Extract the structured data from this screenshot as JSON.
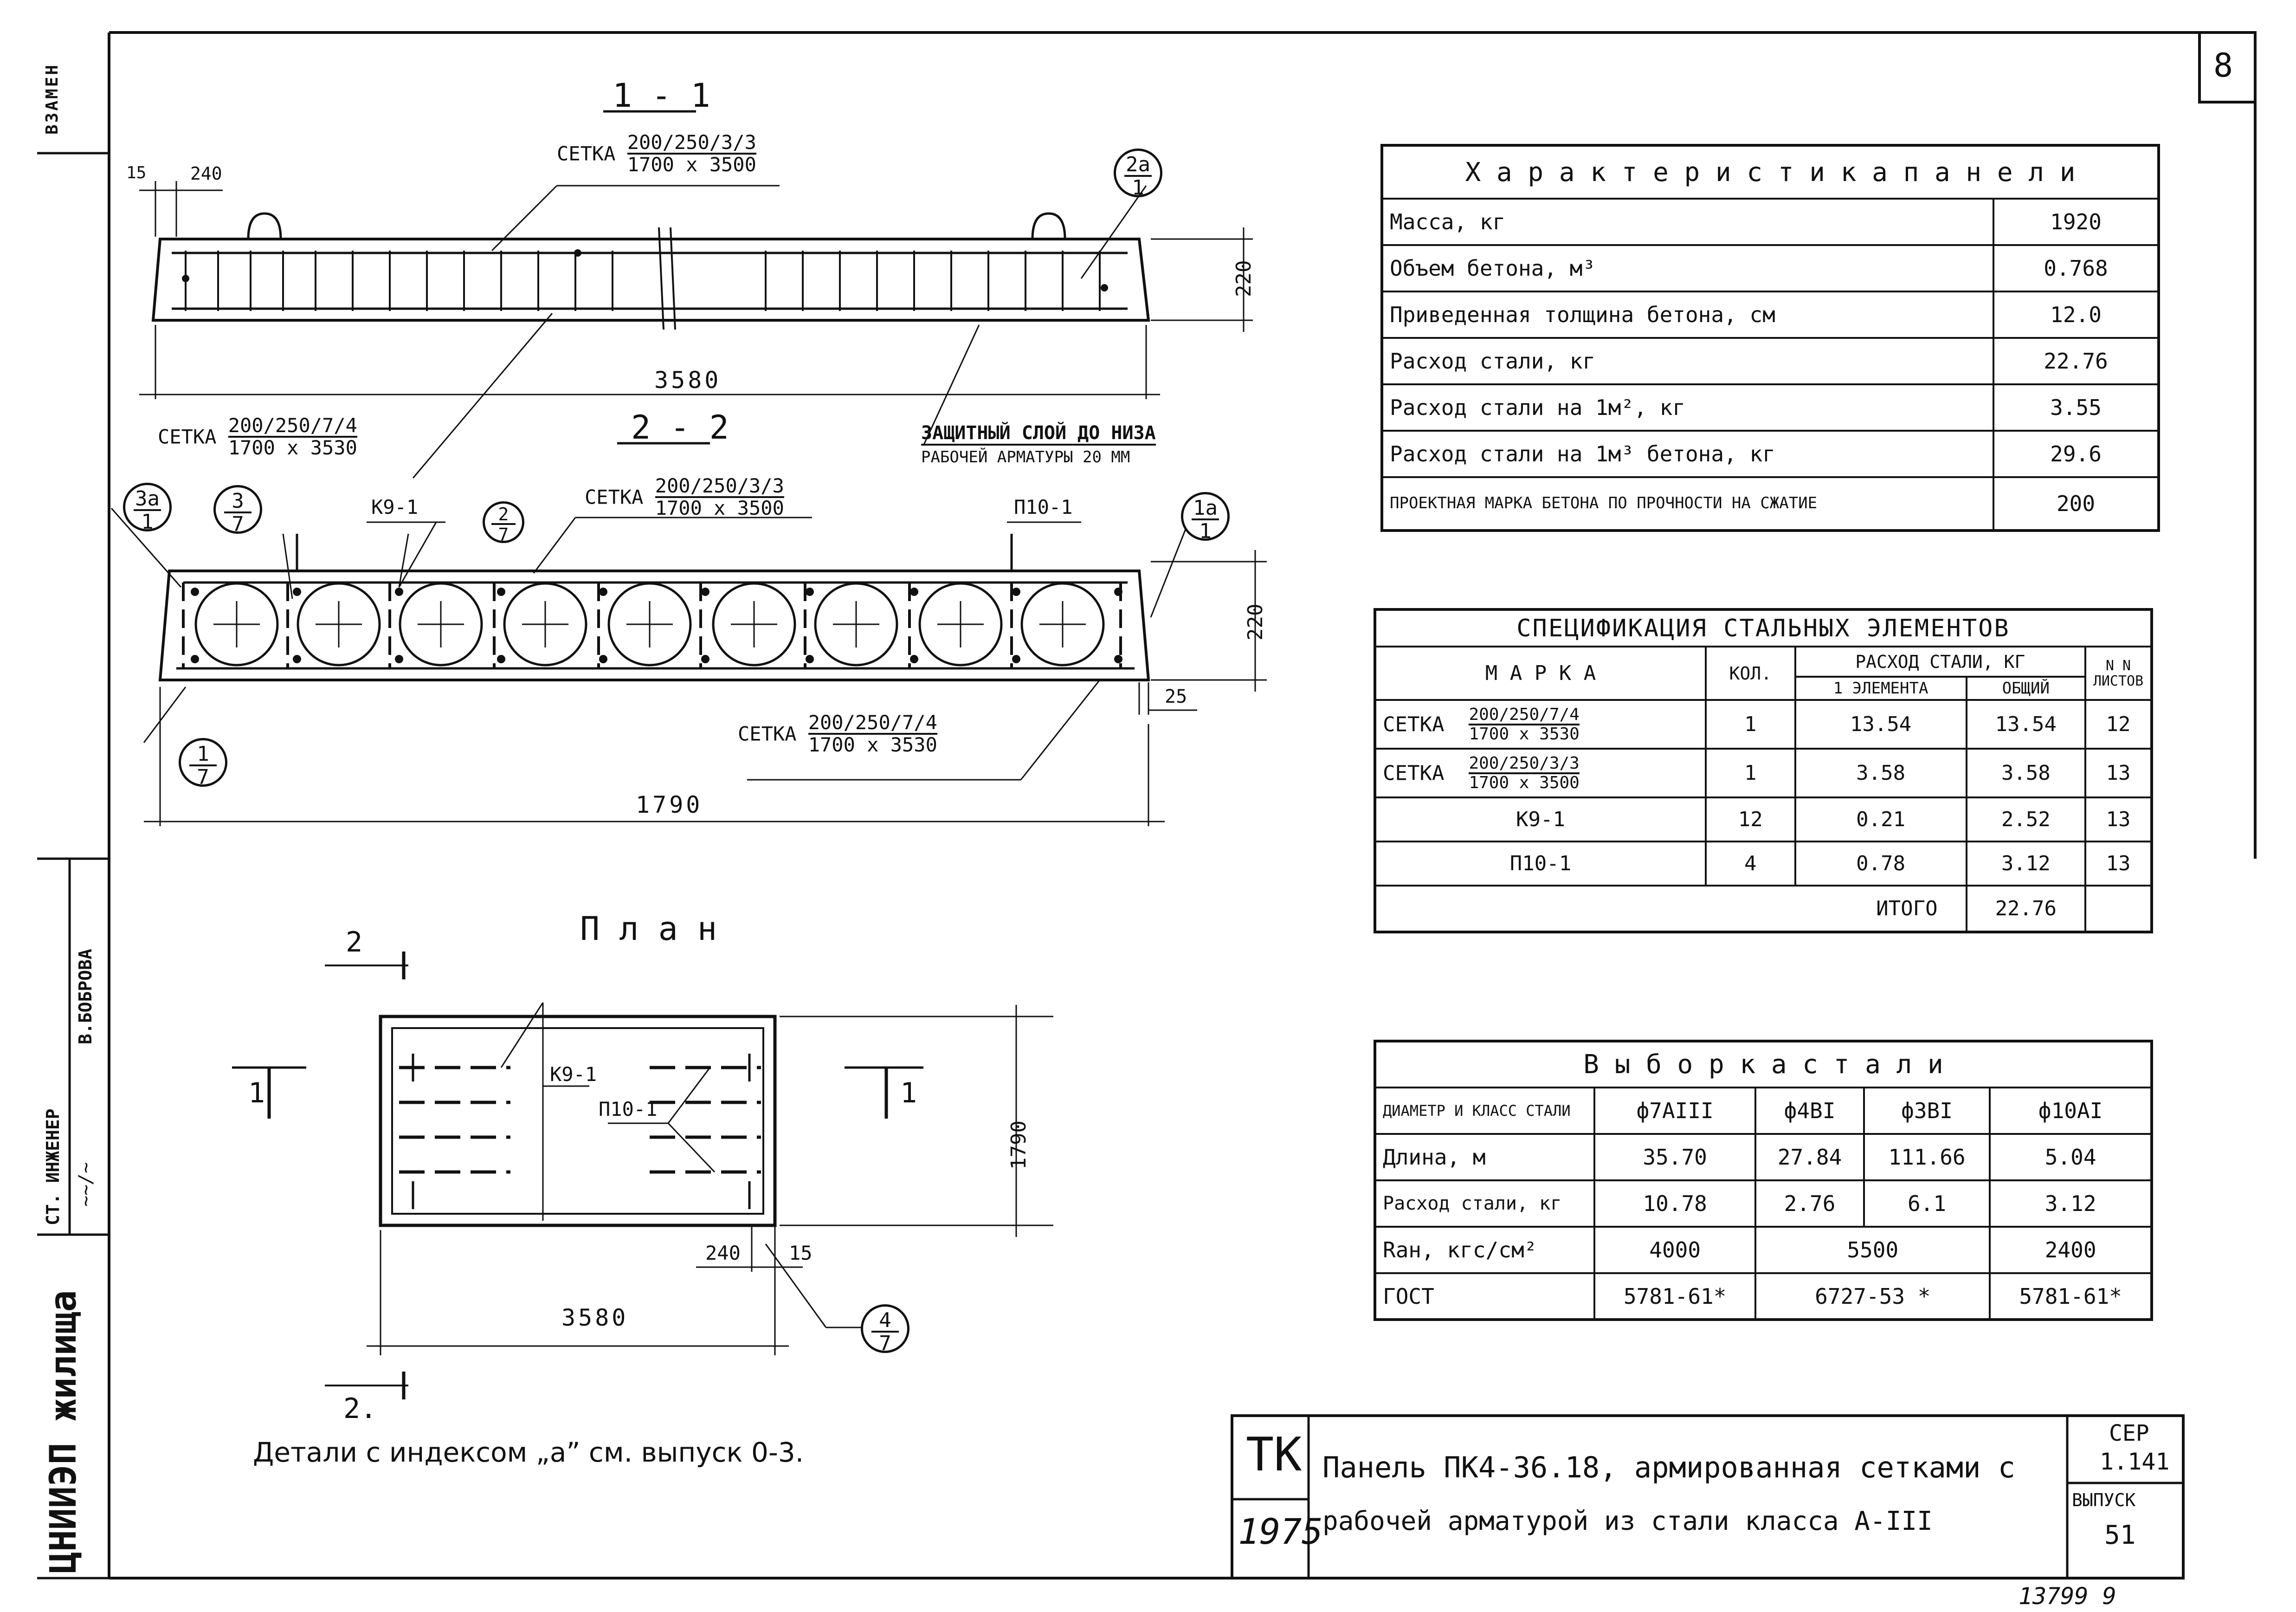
{
  "sheet": {
    "number": "8",
    "stamp": "13799 9"
  },
  "side_stamp": {
    "org": "ЦНИИЭП жилища",
    "role": "СТ. ИНЖЕНЕР",
    "name": "В.БОБРОВА",
    "replace": "ВЗАМЕН"
  },
  "section11": {
    "title": "1 - 1",
    "mesh_top": {
      "label": "СЕТКА",
      "num": "200/250/3/3",
      "den": "1700 x 3500"
    },
    "mesh_bottom": {
      "label": "СЕТКА",
      "num": "200/250/7/4",
      "den": "1700 x 3530"
    },
    "dim_15": "15",
    "dim_240": "240",
    "dim_220": "220",
    "dim_3580": "3580",
    "protective_l1": "ЗАЩИТНЫЙ СЛОЙ ДО НИЗА",
    "protective_l2": "РАБОЧЕЙ АРМАТУРЫ 20 ММ",
    "callout_2a": {
      "top": "2а",
      "bottom": "1"
    }
  },
  "section22": {
    "title": "2 - 2",
    "k91": "К9-1",
    "p101": "П10-1",
    "mesh_top": {
      "label": "СЕТКА",
      "num": "200/250/3/3",
      "den": "1700 x 3500"
    },
    "mesh_bottom": {
      "label": "СЕТКА",
      "num": "200/250/7/4",
      "den": "1700 x 3530"
    },
    "dim_220": "220",
    "dim_25": "25",
    "dim_1790": "1790",
    "callout_3a": {
      "top": "3а",
      "bottom": "1"
    },
    "callout_3": {
      "top": "3",
      "bottom": "7"
    },
    "callout_2": {
      "top": "2",
      "bottom": "7"
    },
    "callout_1a": {
      "top": "1а",
      "bottom": "1"
    },
    "callout_1": {
      "top": "1",
      "bottom": "7"
    }
  },
  "plan": {
    "title": "П л а н",
    "k91": "К9-1",
    "p101": "П10-1",
    "cut2_top": "2",
    "cut2_bottom": "2.",
    "cut1_left": "1",
    "cut1_right": "1",
    "dim_1790": "1790",
    "dim_240": "240",
    "dim_15": "15",
    "dim_3580": "3580",
    "callout_4": {
      "top": "4",
      "bottom": "7"
    }
  },
  "note": "Детали с индексом „а” см. выпуск 0-3.",
  "characteristics": {
    "title": "Х а р а к т е р и с т и к а   п а н е л и",
    "rows": [
      {
        "label": "Масса, кг",
        "value": "1920"
      },
      {
        "label": "Объем бетона, м³",
        "value": "0.768"
      },
      {
        "label": "Приведенная толщина бетона, см",
        "value": "12.0"
      },
      {
        "label": "Расход стали, кг",
        "value": "22.76"
      },
      {
        "label": "Расход стали на 1м², кг",
        "value": "3.55"
      },
      {
        "label": "Расход стали на 1м³ бетона, кг",
        "value": "29.6"
      },
      {
        "label": "ПРОЕКТНАЯ МАРКА БЕТОНА ПО ПРОЧНОСТИ НА СЖАТИЕ",
        "value": "200"
      }
    ]
  },
  "specification": {
    "title": "СПЕЦИФИКАЦИЯ СТАЛЬНЫХ ЭЛЕМЕНТОВ",
    "h_mark": "М А Р К А",
    "h_qty": "КОЛ.",
    "h_consumption": "РАСХОД СТАЛИ, КГ",
    "h_one": "1 ЭЛЕМЕНТА",
    "h_total": "ОБЩИЙ",
    "h_sheets": "N N ЛИСТОВ",
    "rows": [
      {
        "mark": "СЕТКА",
        "num": "200/250/7/4",
        "den": "1700 x 3530",
        "qty": "1",
        "one": "13.54",
        "total": "13.54",
        "sheet": "12"
      },
      {
        "mark": "СЕТКА",
        "num": "200/250/3/3",
        "den": "1700 x 3500",
        "qty": "1",
        "one": "3.58",
        "total": "3.58",
        "sheet": "13"
      },
      {
        "mark": "К9-1",
        "qty": "12",
        "one": "0.21",
        "total": "2.52",
        "sheet": "13"
      },
      {
        "mark": "П10-1",
        "qty": "4",
        "one": "0.78",
        "total": "3.12",
        "sheet": "13"
      }
    ],
    "total_label": "ИТОГО",
    "total_value": "22.76"
  },
  "steel": {
    "title": "В ы б о р к а   с т а л и",
    "h_diam": "ДИАМЕТР И КЛАСС СТАЛИ",
    "cols": [
      "ф7АIII",
      "ф4ВI",
      "ф3ВI",
      "ф10АI"
    ],
    "length_label": "Длина, м",
    "length": [
      "35.70",
      "27.84",
      "111.66",
      "5.04"
    ],
    "cons_label": "Расход стали, кг",
    "cons": [
      "10.78",
      "2.76",
      "6.1",
      "3.12"
    ],
    "ra_label": "Raн, кгс/см²",
    "ra": [
      "4000",
      "5500",
      "2400"
    ],
    "gost_label": "ГОСТ",
    "gost": [
      "5781-61*",
      "6727-53 *",
      "5781-61*"
    ]
  },
  "titleblock": {
    "tk": "ТК",
    "year": "1975",
    "line1": "Панель ПК4-36.18, армированная сетками с",
    "line2": "рабочей арматурой из стали класса А-III",
    "series_label": "СЕР",
    "series": "1.141",
    "issue_label": "ВЫПУСК",
    "issue": "51"
  }
}
